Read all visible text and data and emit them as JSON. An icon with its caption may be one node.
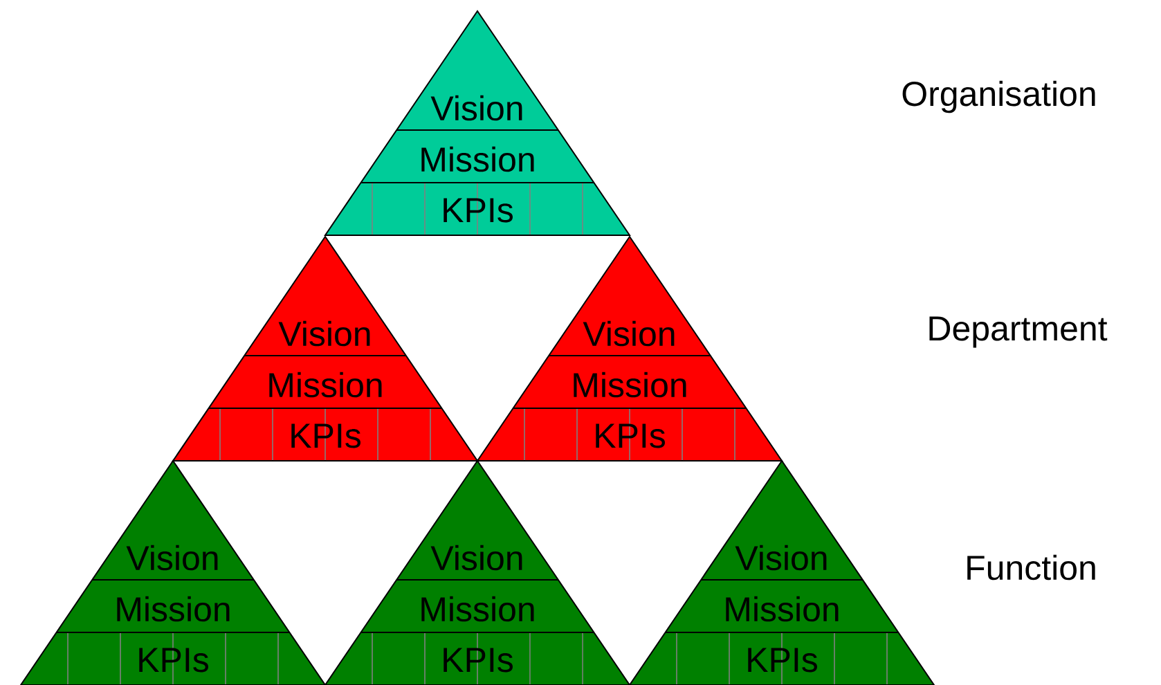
{
  "diagram": {
    "nodes": [
      {
        "text": [
          "Vision",
          "Mission",
          "KPIs"
        ]
      },
      {
        "text": [
          "Vision",
          "Mission",
          "KPIs"
        ]
      },
      {
        "text": [
          "Vision",
          "Mission",
          "KPIs"
        ]
      },
      {
        "text": [
          "Vision",
          "Mission",
          "KPIs"
        ]
      },
      {
        "text": [
          "Vision",
          "Mission",
          "KPIs"
        ]
      },
      {
        "text": [
          "Vision",
          "Mission",
          "KPIs"
        ]
      }
    ],
    "edges": [],
    "labels": [
      "Organisation",
      "Department",
      "Function"
    ]
  }
}
